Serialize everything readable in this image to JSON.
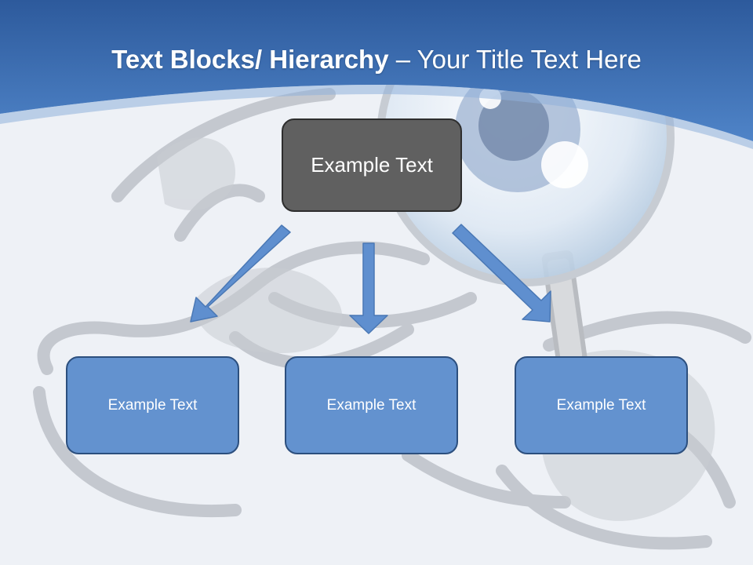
{
  "slide": {
    "title_bold": "Text Blocks/ Hierarchy",
    "title_rest": " – Your Title Text Here"
  },
  "diagram": {
    "top": {
      "label": "Example Text"
    },
    "children": [
      {
        "label": "Example Text"
      },
      {
        "label": "Example Text"
      },
      {
        "label": "Example Text"
      }
    ]
  },
  "colors": {
    "header_blue": "#3f70b8",
    "top_box_fill": "#606060",
    "child_box_fill": "#6392cf",
    "child_box_border": "#2c4f7e",
    "arrow_fill": "#5f8fcf"
  },
  "icons": {
    "background": "hand-holding-magnifying-glass-illustration"
  }
}
